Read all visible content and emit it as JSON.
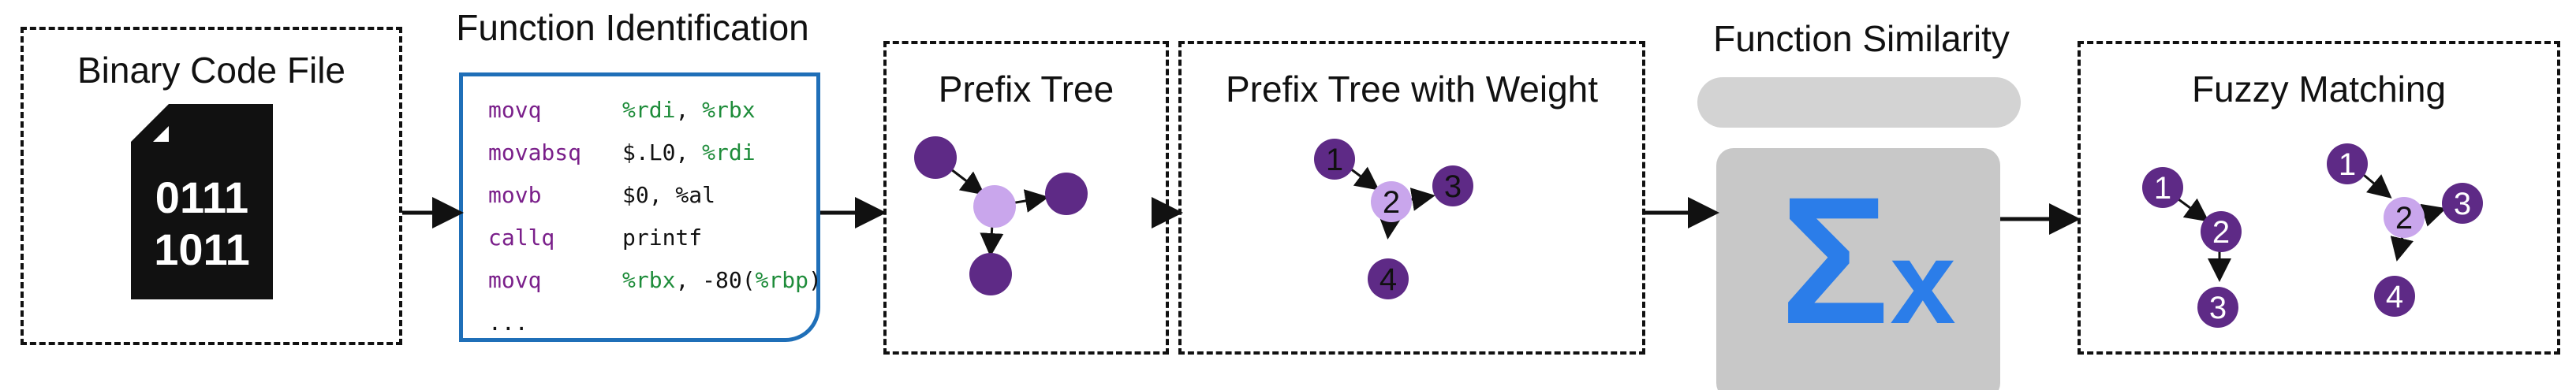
{
  "stages": {
    "binary": {
      "title": "Binary Code File",
      "icon": "binary-file-icon",
      "icon_lines": [
        "0111",
        "1011"
      ]
    },
    "identification": {
      "title": "Function Identification",
      "code": [
        {
          "mnemonic": "movq",
          "operands": [
            {
              "t": "%rdi",
              "reg": true
            },
            {
              "t": ", ",
              "reg": false
            },
            {
              "t": "%rbx",
              "reg": true
            }
          ]
        },
        {
          "mnemonic": "movabsq",
          "operands": [
            {
              "t": "$.L0, ",
              "reg": false
            },
            {
              "t": "%rdi",
              "reg": true
            }
          ]
        },
        {
          "mnemonic": "movb",
          "operands": [
            {
              "t": "$0, %al",
              "reg": false
            }
          ]
        },
        {
          "mnemonic": "callq",
          "operands": [
            {
              "t": "printf",
              "reg": false
            }
          ]
        },
        {
          "mnemonic": "movq",
          "operands": [
            {
              "t": "%rbx",
              "reg": true
            },
            {
              "t": ", -80(",
              "reg": false
            },
            {
              "t": "%rbp",
              "reg": true
            },
            {
              "t": ")",
              "reg": false
            }
          ]
        },
        {
          "mnemonic": "...",
          "operands": []
        }
      ]
    },
    "prefix_tree": {
      "title": "Prefix Tree"
    },
    "weighted_tree": {
      "title": "Prefix Tree with Weight",
      "node_labels": [
        "1",
        "2",
        "3",
        "4"
      ]
    },
    "similarity": {
      "title": "Function Similarity",
      "icon": "sigma-x-icon",
      "sigma": "Σ",
      "x": "x"
    },
    "fuzzy": {
      "title": "Fuzzy Matching",
      "left_tree_labels": [
        "1",
        "2",
        "3"
      ],
      "right_tree_labels": [
        "1",
        "2",
        "3",
        "4"
      ]
    }
  },
  "colors": {
    "node_dark": "#5e2a86",
    "node_light": "#c9a6ec",
    "code_border": "#1f6fb8",
    "mnemonic": "#7a1f8a",
    "register": "#1e8c3a",
    "similarity_panel": "#c8c8c8",
    "similarity_bar": "#d3d3d3",
    "sigma": "#2b7de9"
  }
}
